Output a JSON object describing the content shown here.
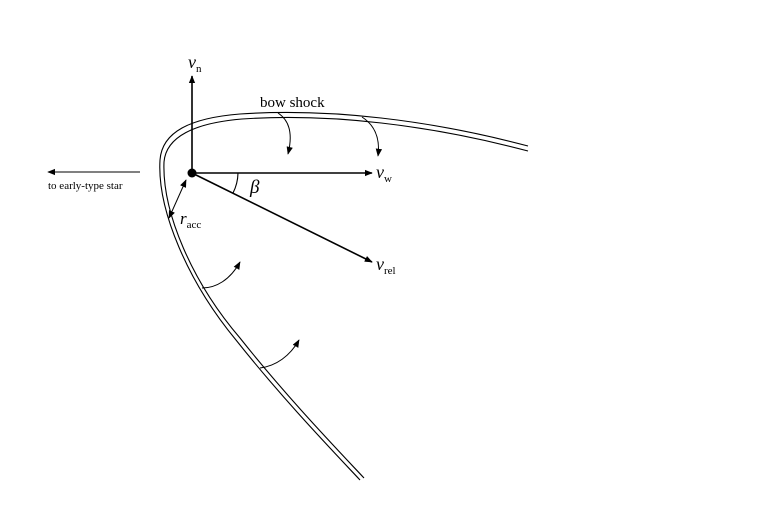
{
  "labels": {
    "bow_shock": "bow shock",
    "to_star": "to early-type star",
    "v_symbol": "v",
    "vn_sub": "n",
    "vw_sub": "w",
    "vrel_sub": "rel",
    "r_symbol": "r",
    "racc_sub": "acc",
    "beta": "β"
  }
}
